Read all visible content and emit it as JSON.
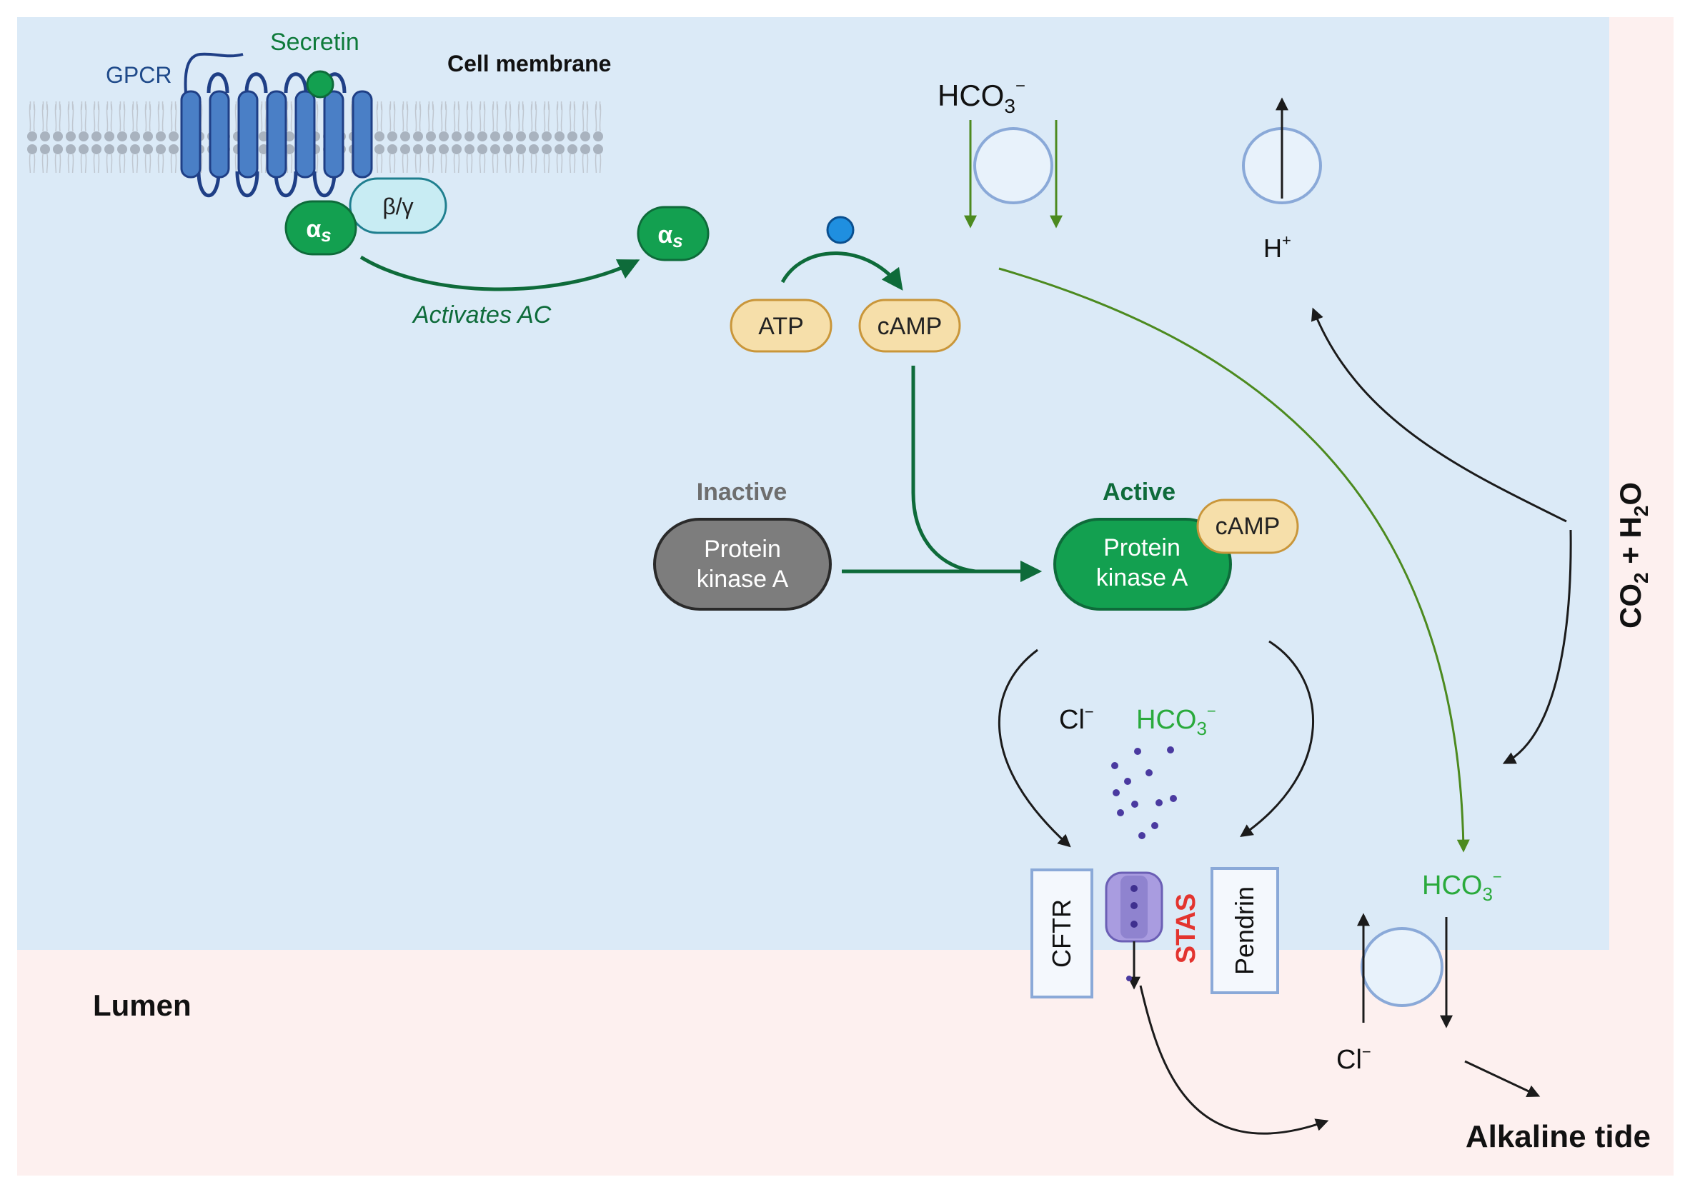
{
  "labels": {
    "secretin": "Secretin",
    "gpcr": "GPCR",
    "cell_membrane": "Cell membrane",
    "beta_gamma": "β/γ",
    "alpha_s": "α",
    "alpha_sub": "s",
    "activates_ac": "Activates AC",
    "atp": "ATP",
    "camp": "cAMP",
    "inactive": "Inactive",
    "active": "Active",
    "pka_line1": "Protein",
    "pka_line2": "kinase A",
    "hco3_base": "HCO",
    "hco3_sub": "3",
    "hco3_sup": "−",
    "h_base": "H",
    "h_sup": "+",
    "cl_base": "Cl",
    "cl_sup": "−",
    "cftr": "CFTR",
    "stas": "STAS",
    "pendrin": "Pendrin",
    "co2_h2o_a": "CO",
    "co2_h2o_sub1": "2",
    "co2_h2o_b": " + H",
    "co2_h2o_sub2": "2",
    "co2_h2o_c": "O",
    "lumen": "Lumen",
    "alkaline_tide": "Alkaline tide"
  },
  "colors": {
    "cell_bg": "#dbeaf7",
    "lumen_bg": "#fdf0ef",
    "membrane": "#a9b3bf",
    "gpcr_fill": "#4a7fc6",
    "gpcr_stroke": "#1f3f86",
    "green_dark": "#0e6b3a",
    "green_fill": "#13a050",
    "green_text": "#0e7a3a",
    "bright_green": "#2aaa3c",
    "olive_green": "#4c8a1f",
    "camp_fill": "#f6dfaa",
    "camp_stroke": "#c9963a",
    "pka_inactive": "#7d7d7d",
    "stas_red": "#e3342f",
    "transporter": "#8aa9d8",
    "channel_purple": "#8f83cf",
    "dot_purple": "#4a3aa0",
    "blue_dot": "#1f8fe0"
  }
}
